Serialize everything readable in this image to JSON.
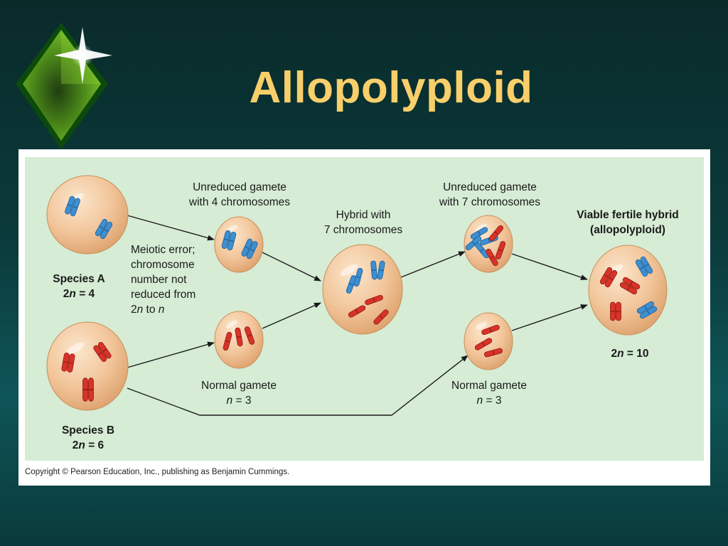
{
  "title": "Allopolyploid",
  "colors": {
    "title": "#f8cf6a",
    "panel_background": "#d6ecd5",
    "cell_fill": "#f3c9a1",
    "chromosome_blue": "#3d8fd0",
    "chromosome_red": "#d93328",
    "arrow": "#1a1a1a"
  },
  "labels": {
    "species_a": {
      "name": "Species A",
      "ploidy": {
        "prefix": "2",
        "n": "n",
        "suffix": " = 4"
      }
    },
    "species_b": {
      "name": "Species B",
      "ploidy": {
        "prefix": "2",
        "n": "n",
        "suffix": " = 6"
      }
    },
    "meiotic_error": [
      "Meiotic error;",
      "chromosome",
      "number not",
      "reduced from"
    ],
    "meiotic_error_last": {
      "prefix": "2",
      "n1": "n",
      "mid": " to ",
      "n2": "n"
    },
    "unreduced_gamete_4": [
      "Unreduced gamete",
      "with 4 chromosomes"
    ],
    "normal_gamete_b": {
      "name": "Normal gamete",
      "n": "n",
      "suffix": " = 3"
    },
    "hybrid_7": [
      "Hybrid with",
      "7 chromosomes"
    ],
    "unreduced_gamete_7": [
      "Unreduced gamete",
      "with 7 chromosomes"
    ],
    "normal_gamete_2": {
      "name": "Normal gamete",
      "n": "n",
      "suffix": " = 3"
    },
    "viable_hybrid": [
      "Viable fertile hybrid",
      "(allopolyploid)"
    ],
    "viable_ploidy": {
      "prefix": "2",
      "n": "n",
      "suffix": " = 10"
    }
  },
  "copyright": "Copyright © Pearson Education, Inc., publishing as Benjamin Cummings.",
  "icons": {
    "logo": "green-diamond-sparkle-icon"
  }
}
